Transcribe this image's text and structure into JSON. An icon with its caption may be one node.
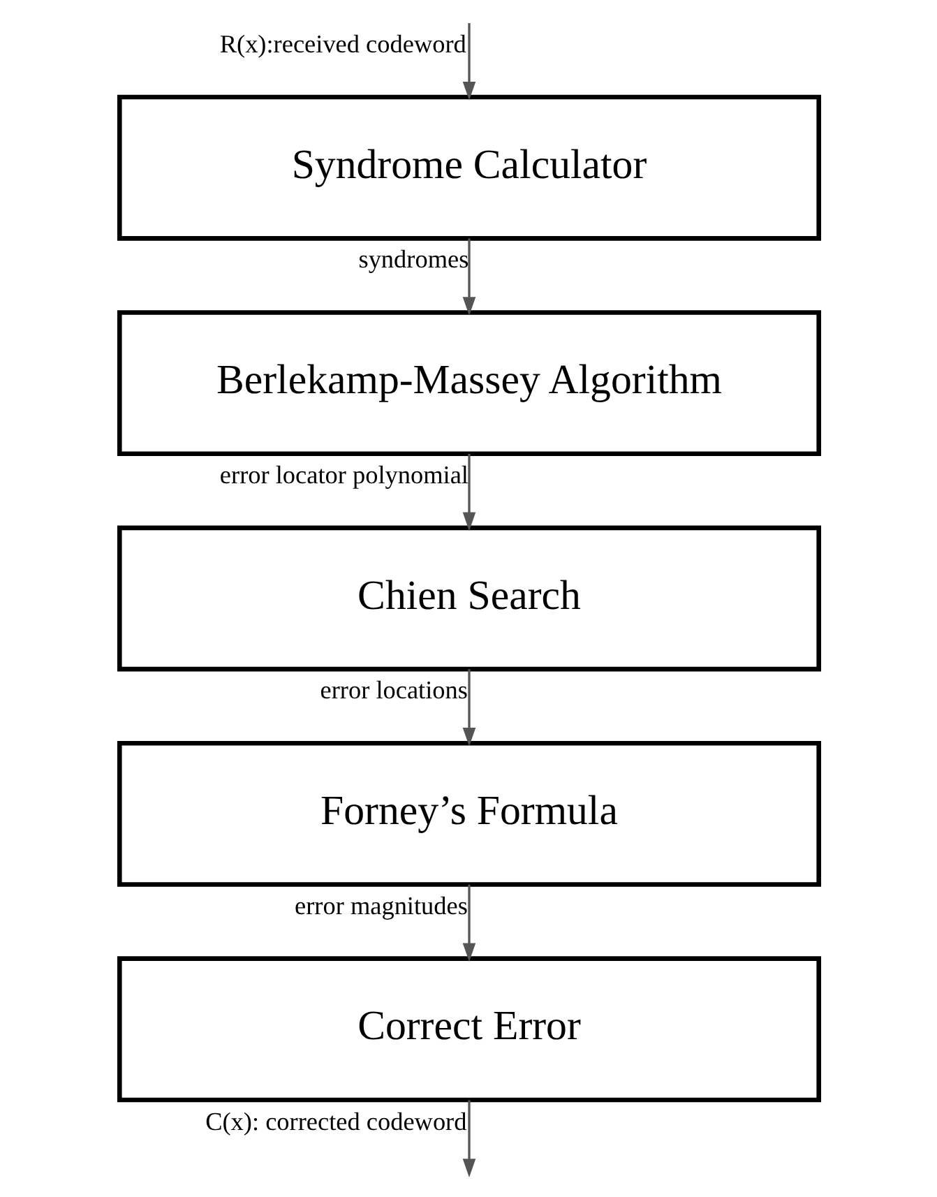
{
  "diagram": {
    "nodes": [
      {
        "text": [
          "Syndrome Calculator"
        ]
      },
      {
        "text": [
          "Berlekamp-Massey Algorithm"
        ]
      },
      {
        "text": [
          "Chien Search"
        ]
      },
      {
        "text": [
          "Forney’s Formula"
        ]
      },
      {
        "text": [
          "Correct Error"
        ]
      }
    ],
    "edges": [
      {
        "from": null,
        "to": 0,
        "arrow": "to",
        "label": "R(x):received codeword"
      },
      {
        "from": 0,
        "to": 1,
        "arrow": "to",
        "label": "syndromes"
      },
      {
        "from": 1,
        "to": 2,
        "arrow": "to",
        "label": "error locator polynomial"
      },
      {
        "from": 2,
        "to": 3,
        "arrow": "to",
        "label": "error locations"
      },
      {
        "from": 3,
        "to": 4,
        "arrow": "to",
        "label": "error magnitudes"
      },
      {
        "from": 4,
        "to": null,
        "arrow": "to",
        "label": "C(x): corrected codeword"
      }
    ]
  }
}
